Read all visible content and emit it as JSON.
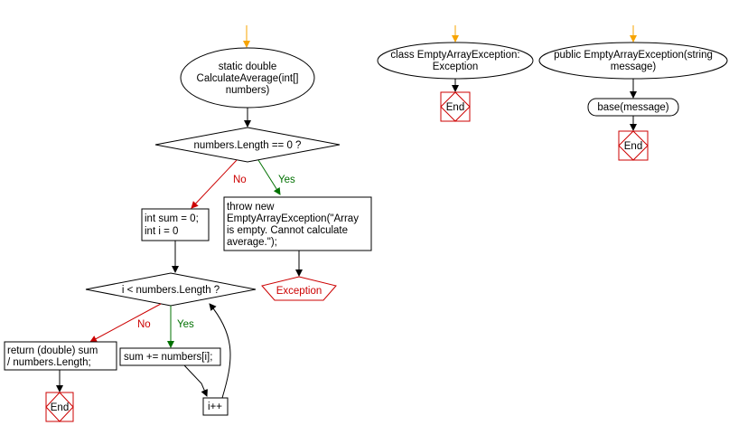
{
  "colors": {
    "start_arrow": "#f7a400",
    "no_branch": "#cc0000",
    "yes_branch": "#007000",
    "exception": "#cc0000",
    "end_box": "#cc0000"
  },
  "flow_calc": {
    "start_lines": [
      "static double",
      "CalculateAverage(int[]",
      "numbers)"
    ],
    "decision1": "numbers.Length == 0 ?",
    "no_label_1": "No",
    "yes_label_1": "Yes",
    "init_lines": [
      "int sum = 0;",
      "int i = 0"
    ],
    "throw_lines": [
      "throw new",
      "EmptyArrayException(\"Array",
      "is empty. Cannot calculate",
      "average.\");"
    ],
    "exception_label": "Exception",
    "decision2": "i < numbers.Length ?",
    "no_label_2": "No",
    "yes_label_2": "Yes",
    "return_lines": [
      "return (double) sum",
      "/ numbers.Length;"
    ],
    "sum_stmt": "sum += numbers[i];",
    "incr_stmt": "i++",
    "end_label": "End"
  },
  "flow_class": {
    "start_lines": [
      "class EmptyArrayException:",
      "Exception"
    ],
    "end_label": "End"
  },
  "flow_ctor": {
    "start_lines": [
      "public EmptyArrayException(string",
      "message)"
    ],
    "base_call": "base(message)",
    "end_label": "End"
  }
}
